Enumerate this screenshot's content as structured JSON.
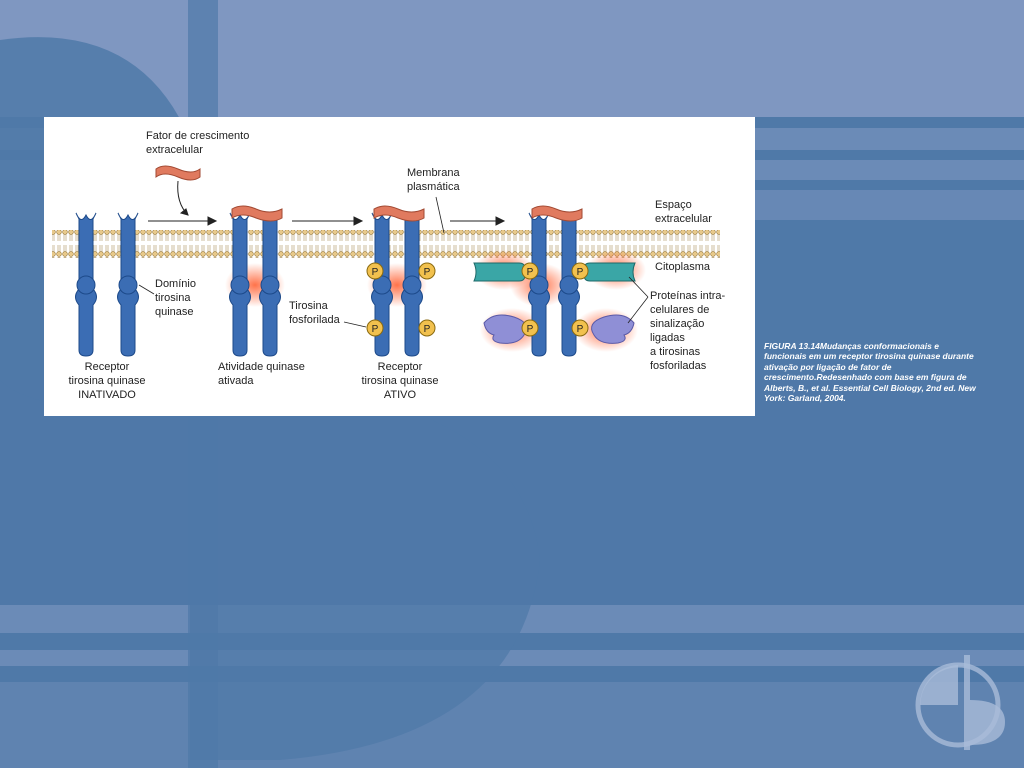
{
  "labels": {
    "growth_factor": "Fator de crescimento\nextracelular",
    "membrane": "Membrana\nplasmática",
    "extracellular_space": "Espaço\nextracelular",
    "cytoplasm": "Citoplasma",
    "kinase_domain": "Domínio\ntirosina\nquinase",
    "phospho_tyrosine": "Tirosina\nfosforilada",
    "signaling_proteins": "Proteínas intra-\ncelulares de\nsinalização\nligadas\na tirosinas\nfosforiladas",
    "stage1": "Receptor\ntirosina quinase\nINATIVADO",
    "stage2": "Atividade quinase\nativada",
    "stage3": "Receptor\ntirosina quinase\nATIVO",
    "phosphate": "P"
  },
  "caption": "FIGURA 13.14Mudanças conformacionais e funcionais em um receptor tirosina quinase durante ativação por ligação de fator de crescimento.Redesenhado com base em figura de Alberts, B., et al. Essential Cell Biology, 2nd ed. New York: Garland, 2004.",
  "colors": {
    "background": "#4f79a8",
    "receptor": "#3b6db4",
    "ligand": "#e07a5f",
    "glow": "#ff5a2a",
    "phosphate": "#f2c14e",
    "adaptor_teal": "#3aa6a6",
    "adaptor_purple": "#8f8fd6"
  },
  "icons": [
    "arrow-icon",
    "receptor-icon",
    "ligand-icon",
    "phosphate-icon",
    "logo-icon"
  ]
}
